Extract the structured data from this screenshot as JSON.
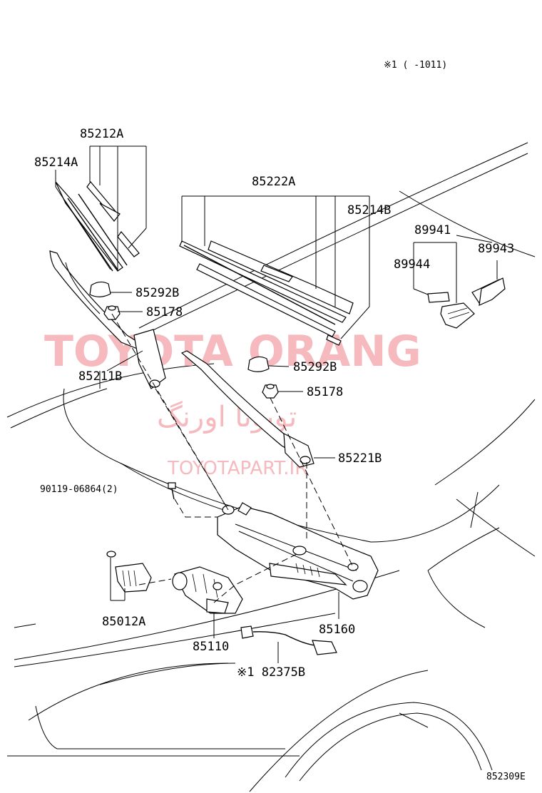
{
  "header_note": "※1 (      -1011)",
  "figure_code": "852309E",
  "watermark": {
    "brand": "TOYOTA ORANG",
    "persian": "تویوتا اورنگ",
    "url": "TOYOTAPART.IR"
  },
  "callouts": {
    "p85212A": "85212A",
    "p85214A": "85214A",
    "p85222A": "85222A",
    "p85214B": "85214B",
    "p89941": "89941",
    "p89943": "89943",
    "p89944": "89944",
    "p85292B_1": "85292B",
    "p85178_1": "85178",
    "p85211B": "85211B",
    "p85292B_2": "85292B",
    "p85178_2": "85178",
    "p85221B": "85221B",
    "p90119": "90119-06864(2)",
    "p85012A": "85012A",
    "p85160": "85160",
    "p85110": "85110",
    "p82375B": "※1 82375B"
  }
}
